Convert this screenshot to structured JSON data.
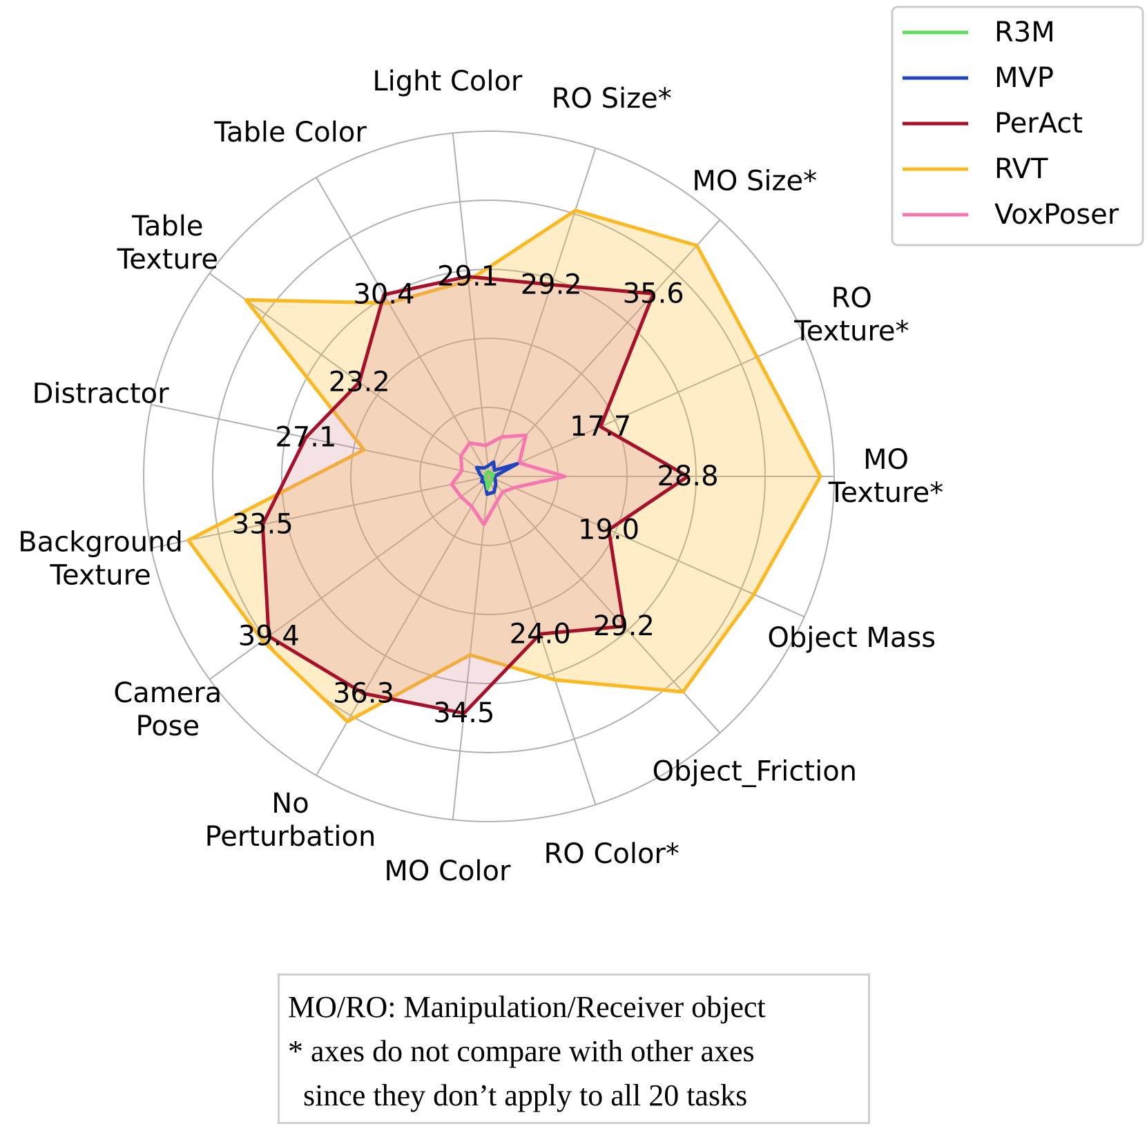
{
  "chart_data": {
    "type": "radar",
    "axes": [
      {
        "lines": [
          "MO",
          "Texture*"
        ]
      },
      {
        "lines": [
          "RO",
          "Texture*"
        ]
      },
      {
        "lines": [
          "MO Size*"
        ]
      },
      {
        "lines": [
          "RO Size*"
        ]
      },
      {
        "lines": [
          "Light Color"
        ]
      },
      {
        "lines": [
          "Table Color"
        ]
      },
      {
        "lines": [
          "Table",
          "Texture"
        ]
      },
      {
        "lines": [
          "Distractor"
        ]
      },
      {
        "lines": [
          "Background",
          "Texture"
        ]
      },
      {
        "lines": [
          "Camera",
          "Pose"
        ]
      },
      {
        "lines": [
          "No",
          "Perturbation"
        ]
      },
      {
        "lines": [
          "MO Color"
        ]
      },
      {
        "lines": [
          "RO Color*"
        ]
      },
      {
        "lines": [
          "Object_Friction"
        ]
      },
      {
        "lines": [
          "Object Mass"
        ]
      }
    ],
    "rlim": [
      0,
      50
    ],
    "grid": true,
    "grid_rings": [
      10,
      20,
      30,
      40,
      50
    ],
    "legend_position": "top-right",
    "series": [
      {
        "name": "R3M",
        "color": "#5ddc5d",
        "fill": false,
        "values": [
          0.5,
          0.7,
          0.6,
          0.5,
          0.7,
          0.6,
          0.5,
          0.4,
          0.5,
          0.6,
          0.7,
          1.8,
          0.8,
          0.6,
          0.5
        ]
      },
      {
        "name": "MVP",
        "color": "#2044c0",
        "fill": false,
        "values": [
          0.8,
          4.5,
          1.2,
          2.2,
          1.5,
          1.4,
          2.2,
          1.3,
          0.9,
          1.3,
          1.1,
          2.6,
          2.4,
          1.5,
          1.0
        ]
      },
      {
        "name": "PerAct",
        "color": "#a8102a",
        "fill": true,
        "fill_color": "#d98a94",
        "values": [
          28.8,
          17.7,
          35.6,
          29.2,
          29.1,
          30.4,
          23.2,
          27.1,
          33.5,
          39.4,
          36.3,
          34.5,
          24.0,
          29.2,
          19.0
        ],
        "value_labels": [
          "28.8",
          "17.7",
          "35.6",
          "29.2",
          "29.1",
          "30.4",
          "23.2",
          "27.1",
          "33.5",
          "39.4",
          "36.3",
          "34.5",
          "24.0",
          "29.2",
          "19.0"
        ]
      },
      {
        "name": "RVT",
        "color": "#fbb820",
        "fill": true,
        "fill_color": "#fbb820",
        "values": [
          48.0,
          42.5,
          45.0,
          40.5,
          28.5,
          29.0,
          43.5,
          18.5,
          44.5,
          40.5,
          41.0,
          26.0,
          31.0,
          42.0,
          42.0
        ]
      },
      {
        "name": "VoxPoser",
        "color": "#f776b2",
        "fill": false,
        "values": [
          11.0,
          4.8,
          8.0,
          6.0,
          4.5,
          5.6,
          5.0,
          4.0,
          5.5,
          5.0,
          5.0,
          7.0,
          3.8,
          3.0,
          4.0
        ]
      }
    ]
  },
  "note": {
    "lines": [
      "MO/RO: Manipulation/Receiver object",
      "* axes do not compare with other axes",
      "  since they don’t apply to all 20 tasks"
    ]
  }
}
